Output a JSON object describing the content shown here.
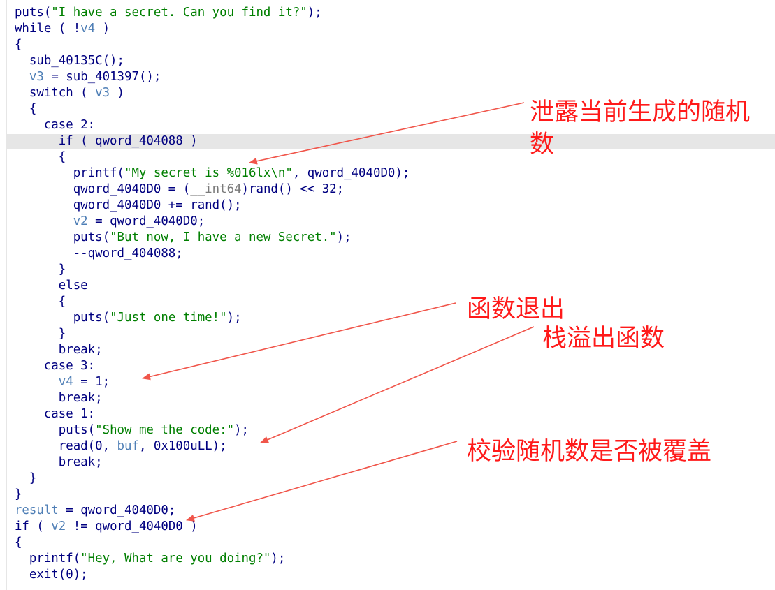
{
  "code_lines": [
    [
      {
        "t": "  puts(",
        "c": "plain"
      },
      {
        "t": "\"I have a secret. Can you find it?\"",
        "c": "str"
      },
      {
        "t": ");",
        "c": "plain"
      }
    ],
    [
      {
        "t": "  while ( !",
        "c": "plain"
      },
      {
        "t": "v4",
        "c": "var"
      },
      {
        "t": " )",
        "c": "plain"
      }
    ],
    [
      {
        "t": "  {",
        "c": "plain"
      }
    ],
    [
      {
        "t": "    sub_40135C();",
        "c": "plain"
      }
    ],
    [
      {
        "t": "    ",
        "c": "plain"
      },
      {
        "t": "v3",
        "c": "var"
      },
      {
        "t": " = sub_401397();",
        "c": "plain"
      }
    ],
    [
      {
        "t": "    switch ( ",
        "c": "plain"
      },
      {
        "t": "v3",
        "c": "var"
      },
      {
        "t": " )",
        "c": "plain"
      }
    ],
    [
      {
        "t": "    {",
        "c": "plain"
      }
    ],
    [
      {
        "t": "      case 2:",
        "c": "plain"
      }
    ],
    [
      {
        "t": "        if ( qword_404088 )",
        "c": "plain"
      }
    ],
    [
      {
        "t": "        {",
        "c": "plain"
      }
    ],
    [
      {
        "t": "          printf(",
        "c": "plain"
      },
      {
        "t": "\"My secret is %016lx\\n\"",
        "c": "str"
      },
      {
        "t": ", qword_4040D0);",
        "c": "plain"
      }
    ],
    [
      {
        "t": "          qword_4040D0 = (",
        "c": "plain"
      },
      {
        "t": "__int64",
        "c": "gray"
      },
      {
        "t": ")rand() << 32;",
        "c": "plain"
      }
    ],
    [
      {
        "t": "          qword_4040D0 += rand();",
        "c": "plain"
      }
    ],
    [
      {
        "t": "          ",
        "c": "plain"
      },
      {
        "t": "v2",
        "c": "var"
      },
      {
        "t": " = qword_4040D0;",
        "c": "plain"
      }
    ],
    [
      {
        "t": "          puts(",
        "c": "plain"
      },
      {
        "t": "\"But now, I have a new Secret.\"",
        "c": "str"
      },
      {
        "t": ");",
        "c": "plain"
      }
    ],
    [
      {
        "t": "          --qword_404088;",
        "c": "plain"
      }
    ],
    [
      {
        "t": "        }",
        "c": "plain"
      }
    ],
    [
      {
        "t": "        else",
        "c": "plain"
      }
    ],
    [
      {
        "t": "        {",
        "c": "plain"
      }
    ],
    [
      {
        "t": "          puts(",
        "c": "plain"
      },
      {
        "t": "\"Just one time!\"",
        "c": "str"
      },
      {
        "t": ");",
        "c": "plain"
      }
    ],
    [
      {
        "t": "        }",
        "c": "plain"
      }
    ],
    [
      {
        "t": "        break;",
        "c": "plain"
      }
    ],
    [
      {
        "t": "      case 3:",
        "c": "plain"
      }
    ],
    [
      {
        "t": "        ",
        "c": "plain"
      },
      {
        "t": "v4",
        "c": "var"
      },
      {
        "t": " = 1;",
        "c": "plain"
      }
    ],
    [
      {
        "t": "        break;",
        "c": "plain"
      }
    ],
    [
      {
        "t": "      case 1:",
        "c": "plain"
      }
    ],
    [
      {
        "t": "        puts(",
        "c": "plain"
      },
      {
        "t": "\"Show me the code:\"",
        "c": "str"
      },
      {
        "t": ");",
        "c": "plain"
      }
    ],
    [
      {
        "t": "        read(0, ",
        "c": "plain"
      },
      {
        "t": "buf",
        "c": "var"
      },
      {
        "t": ", 0x100uLL);",
        "c": "plain"
      }
    ],
    [
      {
        "t": "        break;",
        "c": "plain"
      }
    ],
    [
      {
        "t": "    }",
        "c": "plain"
      }
    ],
    [
      {
        "t": "  }",
        "c": "plain"
      }
    ],
    [
      {
        "t": "  ",
        "c": "plain"
      },
      {
        "t": "result",
        "c": "var"
      },
      {
        "t": " = qword_4040D0;",
        "c": "plain"
      }
    ],
    [
      {
        "t": "  if ( ",
        "c": "plain"
      },
      {
        "t": "v2",
        "c": "var"
      },
      {
        "t": " != qword_4040D0 )",
        "c": "plain"
      }
    ],
    [
      {
        "t": "  {",
        "c": "plain"
      }
    ],
    [
      {
        "t": "    printf(",
        "c": "plain"
      },
      {
        "t": "\"Hey, What are you doing?\"",
        "c": "str"
      },
      {
        "t": ");",
        "c": "plain"
      }
    ],
    [
      {
        "t": "    exit(0);",
        "c": "plain"
      }
    ]
  ],
  "annotations": {
    "leak_random": "泄露当前生成的随机数",
    "function_exit": "函数退出",
    "stack_overflow": "栈溢出函数",
    "check_overwrite": "校验随机数是否被覆盖"
  },
  "colors": {
    "code_plain": "#000080",
    "code_variable": "#4f7fb6",
    "code_string": "#007f00",
    "code_type": "#7a7a7a",
    "annotation": "#ff1a1a",
    "arrow": "#f0554a",
    "current_line_highlight": "#e6e6e6"
  }
}
